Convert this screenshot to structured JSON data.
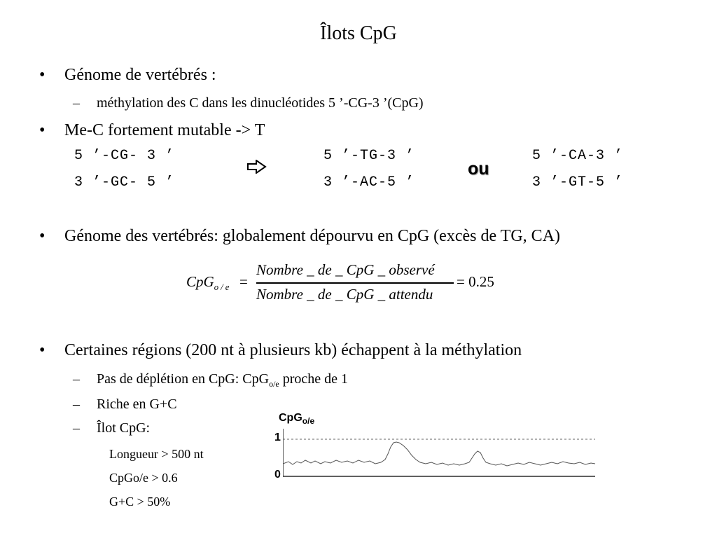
{
  "slide": {
    "title": "Îlots CpG",
    "bullet_char": "•",
    "dash_char": "–",
    "b1": "Génome de vertébrés :",
    "b1_sub": "méthylation des C dans les dinucléotides 5 ’-CG-3 ’(CpG)",
    "b2": "Me-C fortement mutable -> T",
    "seq": {
      "left_top": "5 ’-CG- 3 ’",
      "left_bottom": "3 ’-GC- 5 ’",
      "mid_top": "5 ’-TG-3 ’",
      "mid_bottom": "3 ’-AC-5 ’",
      "right_top": "5 ’-CA-3 ’",
      "right_bottom": "3 ’-GT-5 ’",
      "or_word": "ou",
      "arrow_icon": "outline-right-arrow"
    },
    "b3": "Génome des vertébrés: globalement dépourvu en CpG (excès de TG, CA)",
    "formula": {
      "lhs_main": "CpG",
      "lhs_sub": "o / e",
      "equals": "=",
      "numerator": "Nombre _ de _ CpG _ observé",
      "denominator": "Nombre _ de _ CpG _ attendu",
      "result": "= 0.25"
    },
    "b4": "Certaines régions (200 nt à plusieurs kb) échappent à la méthylation",
    "b4_sub1_pre": "Pas de déplétion en CpG: CpG",
    "b4_sub1_sub": "o/e",
    "b4_sub1_post": " proche de 1",
    "b4_sub2": "Riche en G+C",
    "b4_sub3": "Îlot CpG:",
    "criteria": [
      "Longueur > 500 nt",
      "CpGo/e > 0.6",
      "G+C > 50%"
    ],
    "graph": {
      "label_main": "CpG",
      "label_sub": "o/e",
      "y1": "1",
      "y0": "0"
    }
  }
}
